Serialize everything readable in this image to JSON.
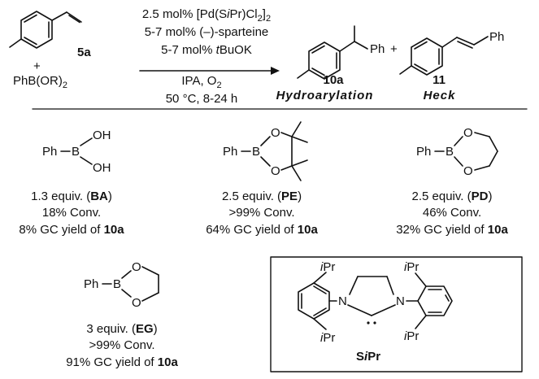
{
  "scheme": {
    "substrate_label": "5a",
    "plus": "+",
    "boron_reagent_prefix": "PhB(OR)",
    "boron_reagent_sub": "2",
    "conditions": {
      "line1_prefix": "2.5 mol% [Pd(S",
      "line1_italic": "i",
      "line1_suffix": "Pr)Cl",
      "line1_sub": "2",
      "line1_end": "]",
      "line1_end_sub": "2",
      "line2": "5-7 mol% (–)-sparteine",
      "line3_prefix": "5-7 mol% ",
      "line3_italic": "t",
      "line3_suffix": "BuOK",
      "line4_prefix": "IPA, O",
      "line4_sub": "2",
      "line5": "50 °C, 8-24 h"
    },
    "product1": {
      "number": "10a",
      "type": "Hydroarylation",
      "ph": "Ph"
    },
    "product_plus": "+",
    "product2": {
      "number": "11",
      "type": "Heck",
      "ph": "Ph"
    }
  },
  "reagents": [
    {
      "key": "BA",
      "atoms": {
        "ph": "Ph",
        "b": "B",
        "oh1": "OH",
        "oh2": "OH"
      },
      "equiv_prefix": "1.3 equiv. (",
      "abbr": "BA",
      "equiv_suffix": ")",
      "conv": "18% Conv.",
      "yield_prefix": "8% GC yield of ",
      "yield_cmpd": "10a"
    },
    {
      "key": "PE",
      "atoms": {
        "ph": "Ph",
        "b": "B",
        "o1": "O",
        "o2": "O"
      },
      "equiv_prefix": "2.5 equiv. (",
      "abbr": "PE",
      "equiv_suffix": ")",
      "conv": ">99% Conv.",
      "yield_prefix": "64% GC yield of ",
      "yield_cmpd": "10a"
    },
    {
      "key": "PD",
      "atoms": {
        "ph": "Ph",
        "b": "B",
        "o1": "O",
        "o2": "O"
      },
      "equiv_prefix": "2.5 equiv. (",
      "abbr": "PD",
      "equiv_suffix": ")",
      "conv": "46% Conv.",
      "yield_prefix": "32% GC yield of ",
      "yield_cmpd": "10a"
    },
    {
      "key": "EG",
      "atoms": {
        "ph": "Ph",
        "b": "B",
        "o1": "O",
        "o2": "O"
      },
      "equiv_prefix": "3 equiv. (",
      "abbr": "EG",
      "equiv_suffix": ")",
      "conv": ">99% Conv.",
      "yield_prefix": "91% GC yield of ",
      "yield_cmpd": "10a"
    }
  ],
  "ligand": {
    "ipr_italic": "i",
    "ipr_text": "Pr",
    "n": "N",
    "name_s": "S",
    "name_i": "i",
    "name_pr": "Pr"
  }
}
